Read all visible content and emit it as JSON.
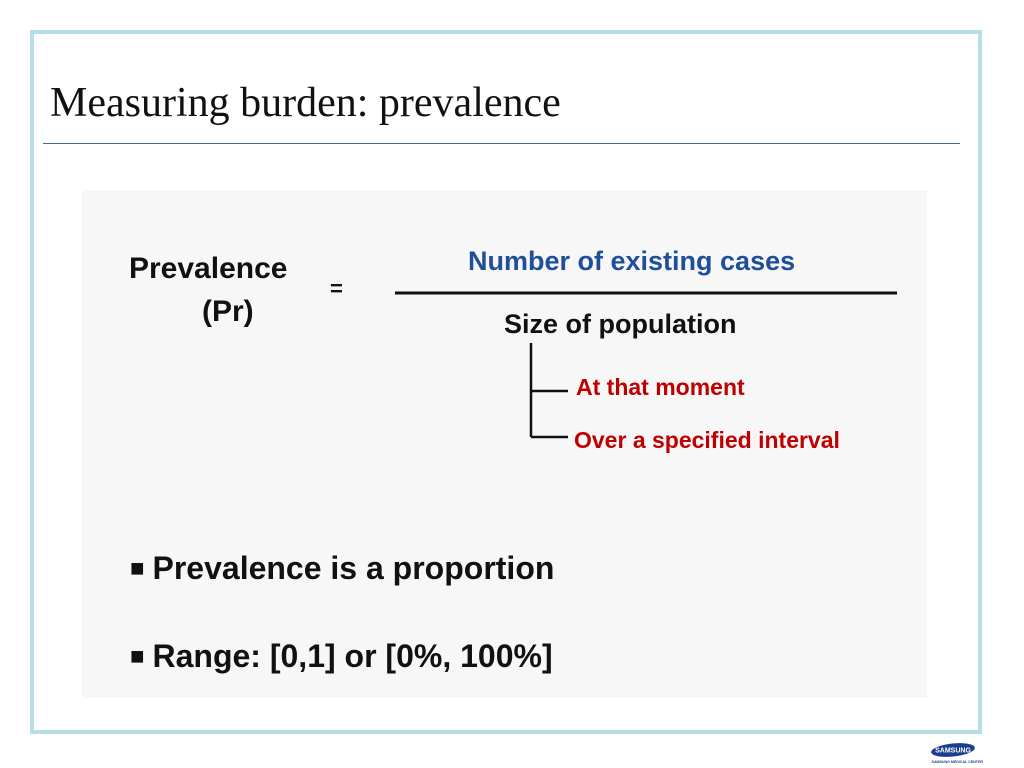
{
  "slide": {
    "title": "Measuring burden: prevalence"
  },
  "formula": {
    "lhs_word": "Prevalence",
    "lhs_abbr": "(Pr)",
    "equals": "=",
    "numerator": "Number of existing cases",
    "denominator": "Size of population",
    "branches": [
      "At that moment",
      "Over a specified interval"
    ]
  },
  "bullets": [
    "Prevalence is a proportion",
    "Range: [0,1] or [0%, 100%]"
  ],
  "bullet_marker": "■",
  "logo": {
    "brand": "SAMSUNG",
    "sub": "SAMSUNG MEDICAL CENTER"
  },
  "colors": {
    "frame": "#b7dde9",
    "title_rule": "#3d6e86",
    "panel": "#f7f7f7",
    "numerator": "#1f4e9b",
    "branch": "#c00000",
    "logo": "#1a3f8f"
  }
}
